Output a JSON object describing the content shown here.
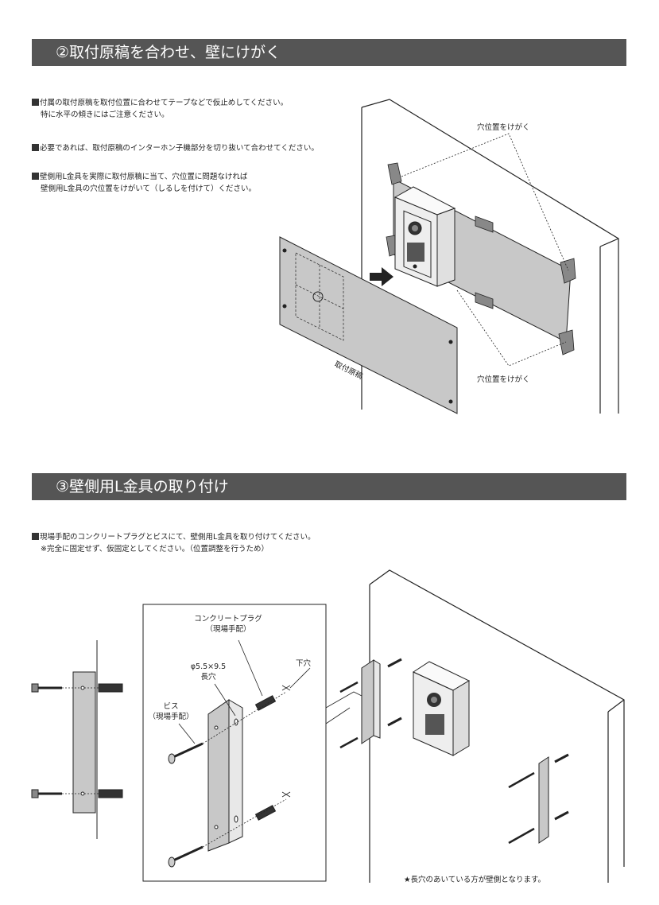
{
  "section2": {
    "title": "②取付原稿を合わせ、壁にけがく",
    "para1_line1": "付属の取付原稿を取付位置に合わせてテープなどで仮止めしてください。",
    "para1_line2": "特に水平の傾きにはご注意ください。",
    "para2_line1": "必要であれば、取付原稿のインターホン子機部分を切り抜いて合わせてください。",
    "para3_line1": "壁側用L金具を実際に取付原稿に当て、穴位置に問題なければ",
    "para3_line2": "壁側用L金具の穴位置をけがいて（しるしを付けて）ください。",
    "label_top": "穴位置をけがく",
    "label_bottom": "穴位置をけがく",
    "label_template": "取付原稿"
  },
  "section3": {
    "title": "③壁側用L金具の取り付け",
    "para1_line1": "現場手配のコンクリートプラグとビスにて、壁側用L金具を取り付けてください。",
    "para1_line2": "※完全に固定せず、仮固定としてください。（位置調整を行うため）",
    "label_plug_1": "コンクリートプラグ",
    "label_plug_2": "（現場手配）",
    "label_hole_size_1": "φ5.5×9.5",
    "label_hole_size_2": "長穴",
    "label_pilot": "下穴",
    "label_screw_1": "ビス",
    "label_screw_2": "（現場手配）",
    "note": "★長穴のあいている方が壁側となります。"
  },
  "colors": {
    "bar": "#555555",
    "gray_fill": "#c8c8c8",
    "line": "#222222"
  }
}
